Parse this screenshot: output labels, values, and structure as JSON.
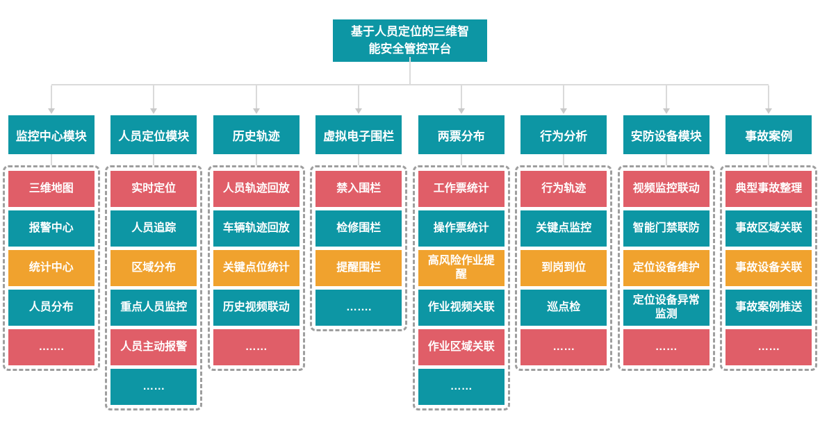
{
  "root": {
    "title": "基于人员定位的三维智能安全管控平台"
  },
  "colors": {
    "teal": "#0d96a4",
    "red": "#e05e68",
    "orange": "#f0a22e",
    "connector_gray": "#dadada",
    "dashed_border_gray": "#9e9e9e"
  },
  "columns": [
    {
      "header": "监控中心模块",
      "items": [
        {
          "label": "三维地图",
          "color": "red"
        },
        {
          "label": "报警中心",
          "color": "teal"
        },
        {
          "label": "统计中心",
          "color": "orange"
        },
        {
          "label": "人员分布",
          "color": "teal"
        },
        {
          "label": "…….",
          "color": "red"
        }
      ]
    },
    {
      "header": "人员定位模块",
      "items": [
        {
          "label": "实时定位",
          "color": "red"
        },
        {
          "label": "人员追踪",
          "color": "teal"
        },
        {
          "label": "区域分布",
          "color": "orange"
        },
        {
          "label": "重点人员监控",
          "color": "teal"
        },
        {
          "label": "人员主动报警",
          "color": "red"
        },
        {
          "label": "……",
          "color": "teal"
        }
      ]
    },
    {
      "header": "历史轨迹",
      "items": [
        {
          "label": "人员轨迹回放",
          "color": "red"
        },
        {
          "label": "车辆轨迹回放",
          "color": "teal"
        },
        {
          "label": "关键点位统计",
          "color": "orange"
        },
        {
          "label": "历史视频联动",
          "color": "teal"
        },
        {
          "label": "……",
          "color": "red"
        }
      ]
    },
    {
      "header": "虚拟电子围栏",
      "items": [
        {
          "label": "禁入围栏",
          "color": "red"
        },
        {
          "label": "检修围栏",
          "color": "teal"
        },
        {
          "label": "提醒围栏",
          "color": "orange"
        },
        {
          "label": "…….",
          "color": "teal"
        }
      ]
    },
    {
      "header": "两票分布",
      "items": [
        {
          "label": "工作票统计",
          "color": "red"
        },
        {
          "label": "操作票统计",
          "color": "teal"
        },
        {
          "label": "高风险作业提醒",
          "color": "orange"
        },
        {
          "label": "作业视频关联",
          "color": "teal"
        },
        {
          "label": "作业区域关联",
          "color": "red"
        },
        {
          "label": "……",
          "color": "teal"
        }
      ]
    },
    {
      "header": "行为分析",
      "items": [
        {
          "label": "行为轨迹",
          "color": "red"
        },
        {
          "label": "关键点监控",
          "color": "teal"
        },
        {
          "label": "到岗到位",
          "color": "orange"
        },
        {
          "label": "巡点检",
          "color": "teal"
        },
        {
          "label": "……",
          "color": "red"
        }
      ]
    },
    {
      "header": "安防设备模块",
      "items": [
        {
          "label": "视频监控联动",
          "color": "red"
        },
        {
          "label": "智能门禁联防",
          "color": "teal"
        },
        {
          "label": "定位设备维护",
          "color": "orange"
        },
        {
          "label": "定位设备异常监测",
          "color": "teal"
        },
        {
          "label": "……",
          "color": "red"
        }
      ]
    },
    {
      "header": "事故案例",
      "items": [
        {
          "label": "典型事故整理",
          "color": "red"
        },
        {
          "label": "事故区域关联",
          "color": "teal"
        },
        {
          "label": "事故设备关联",
          "color": "orange"
        },
        {
          "label": "事故案例推送",
          "color": "teal"
        },
        {
          "label": "……",
          "color": "red"
        }
      ]
    }
  ]
}
